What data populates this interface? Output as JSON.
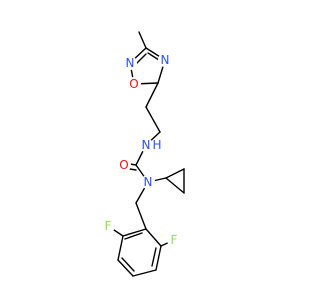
{
  "molecule": {
    "colors": {
      "bond": "#000000",
      "nitrogen": "#3050F8",
      "oxygen": "#FF0D0D",
      "fluorine": "#90E050",
      "background": "#ffffff"
    },
    "atom_labels": {
      "n_ring_left": "N",
      "n_ring_right": "N",
      "o_ring": "O",
      "n_amide_h": "N",
      "h_amide": "H",
      "o_carbonyl": "O",
      "n_amide": "N",
      "f_left": "F",
      "f_right": "F"
    }
  }
}
